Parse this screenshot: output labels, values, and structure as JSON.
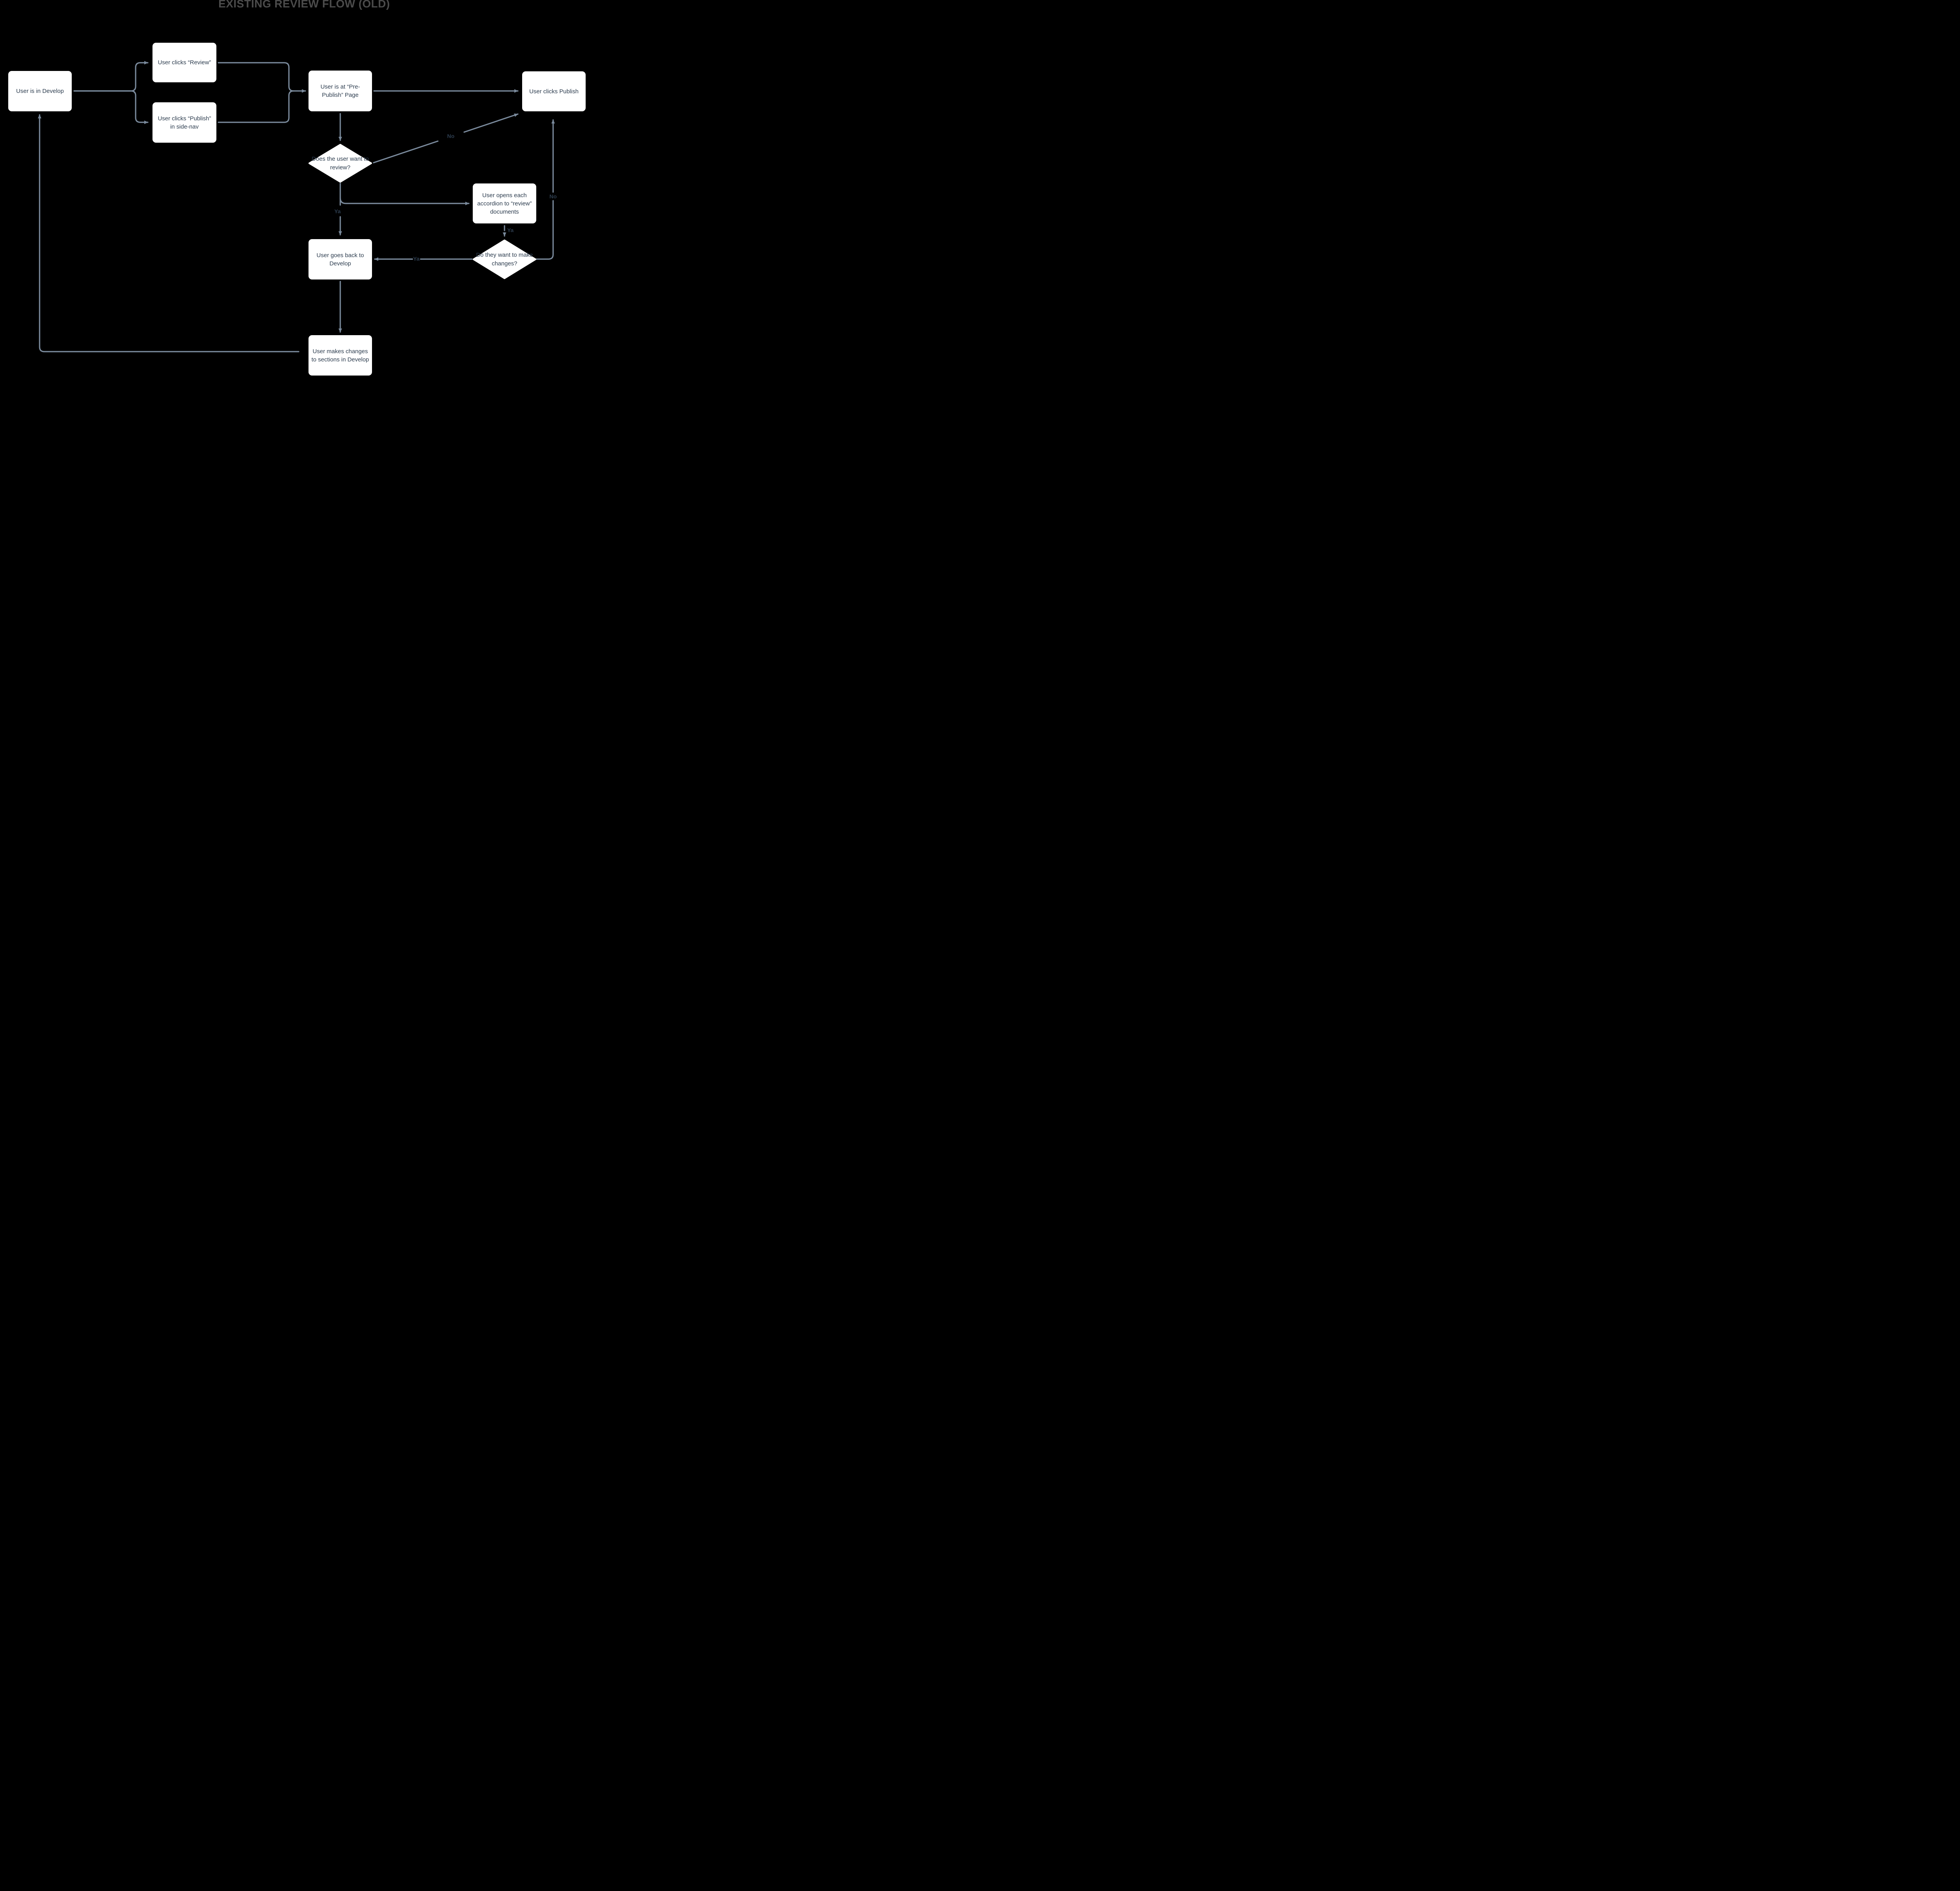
{
  "title": "EXISTING REVIEW FLOW (OLD)",
  "colors": {
    "background": "#000000",
    "node_fill": "#ffffff",
    "node_text": "#2c3c4e",
    "connector": "#7a8a9c",
    "title": "#4b4b4b"
  },
  "nodes": {
    "develop": {
      "label": "User is in Develop"
    },
    "review": {
      "label": "User clicks “Review”"
    },
    "sidenav": {
      "label": "User clicks “Publish” in side-nav"
    },
    "prepublish": {
      "label": "User is at “Pre-Publish” Page"
    },
    "publish": {
      "label": "User clicks Publish"
    },
    "accordion": {
      "label": "User opens each accordion to “review” documents"
    },
    "diamond1": {
      "label": "Does the user want to review?"
    },
    "diamond2": {
      "label": "Do they want to make changes?"
    },
    "goesback": {
      "label": "User goes back to Develop"
    },
    "changes": {
      "label": "User makes changes to sections in Develop"
    }
  },
  "edge_labels": {
    "no_skip_review": "No",
    "ya_review": "Ya",
    "ya_open_accordion": "Ya",
    "ya_make_changes": "Ya",
    "no_make_changes": "No"
  }
}
